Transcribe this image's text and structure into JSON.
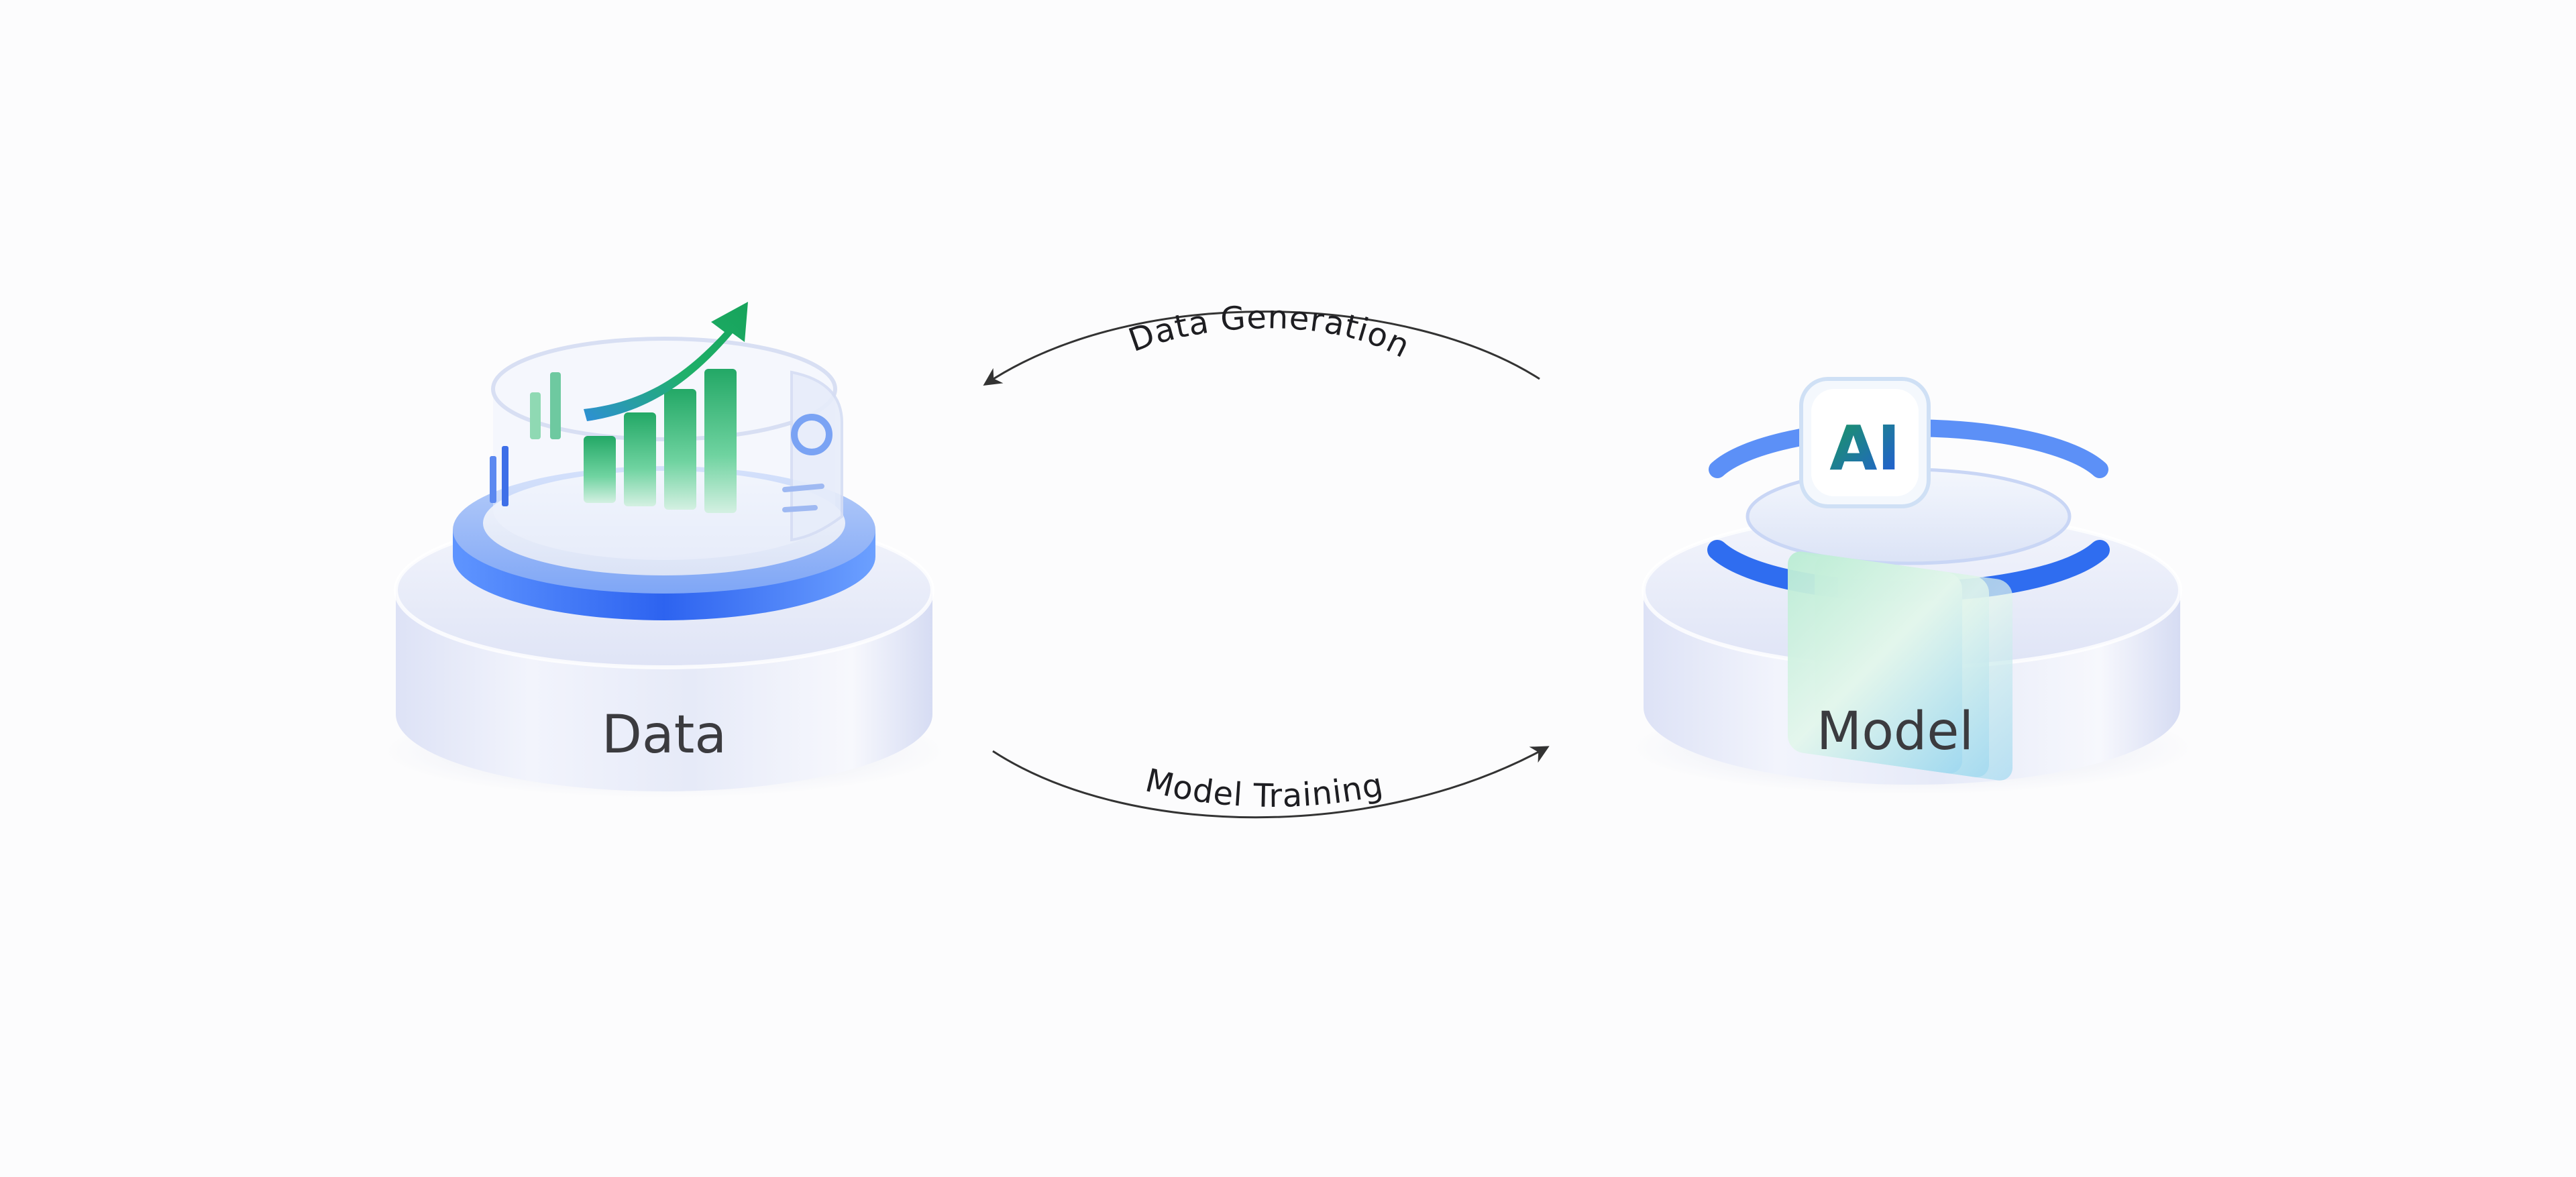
{
  "nodes": {
    "data": {
      "label": "Data"
    },
    "model": {
      "label": "Model",
      "badge": "AI"
    }
  },
  "edges": {
    "top": {
      "label": "Data Generation",
      "from": "model",
      "to": "data"
    },
    "bottom": {
      "label": "Model Training",
      "from": "data",
      "to": "model"
    }
  },
  "colors": {
    "label_text": "#3b3b3f",
    "edge_line": "#333333",
    "accent_blue": "#2f6df0",
    "accent_green": "#1fb06a",
    "platform_glass": "#dfe4f7"
  }
}
